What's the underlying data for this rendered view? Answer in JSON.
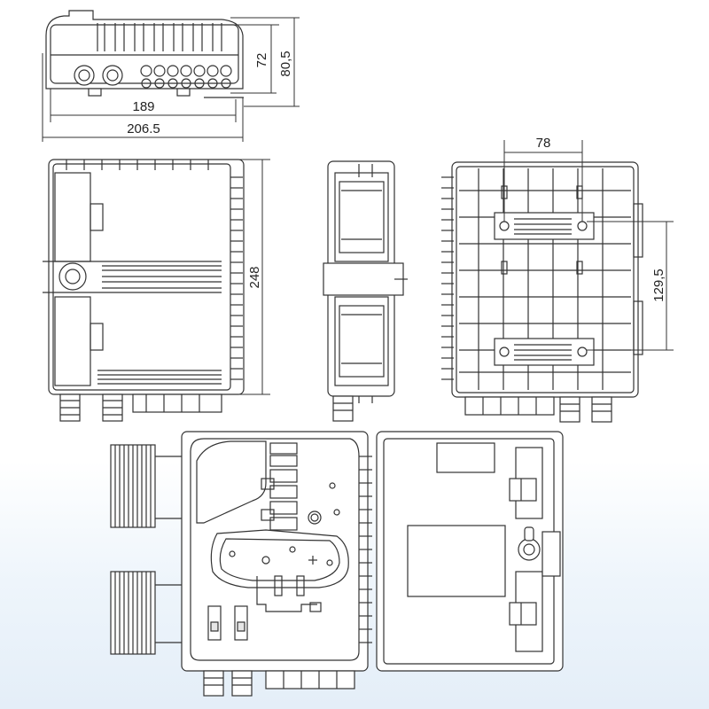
{
  "dimensions": {
    "inner_width": "189",
    "overall_width": "206.5",
    "depth_inner": "72",
    "depth_overall": "80,5",
    "height": "248",
    "mount_spacing": "78",
    "mount_height": "129,5"
  },
  "colors": {
    "line": "#333333",
    "fill": "#ffffff",
    "shade": "#e6e6e6",
    "background_gradient": "#e4eef8"
  }
}
